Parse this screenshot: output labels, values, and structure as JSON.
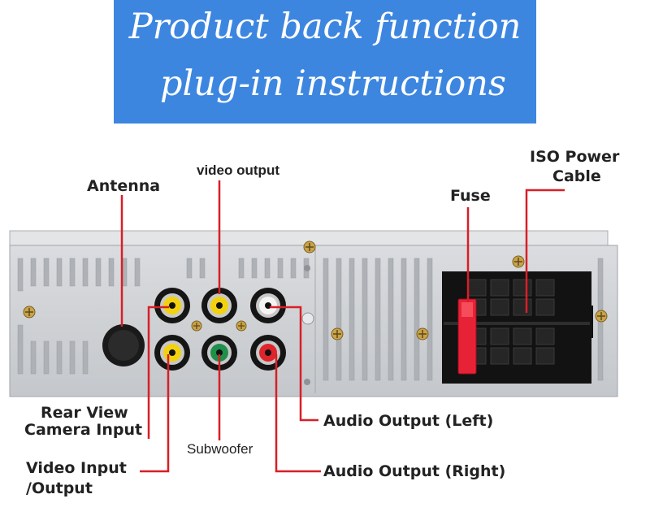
{
  "title": {
    "line1": "Product back function",
    "line2": "plug-in instructions"
  },
  "labels": {
    "antenna": "Antenna",
    "video_output": "video output",
    "fuse": "Fuse",
    "iso_power_line1": "ISO Power",
    "iso_power_line2": "Cable",
    "rear_view_line1": "Rear View",
    "rear_view_line2": "Camera Input",
    "subwoofer": "Subwoofer",
    "video_io_line1": "Video Input",
    "video_io_line2": "/Output",
    "audio_left": "Audio Output (Left)",
    "audio_right": "Audio Output (Right)"
  },
  "colors": {
    "banner": "#3d86e0",
    "pointer": "#d81f26",
    "rca_yellow": "#f2d20f",
    "rca_white": "#f4f4f4",
    "rca_green": "#1f8f4c",
    "rca_red": "#e0242c",
    "fuse": "#e82236"
  }
}
